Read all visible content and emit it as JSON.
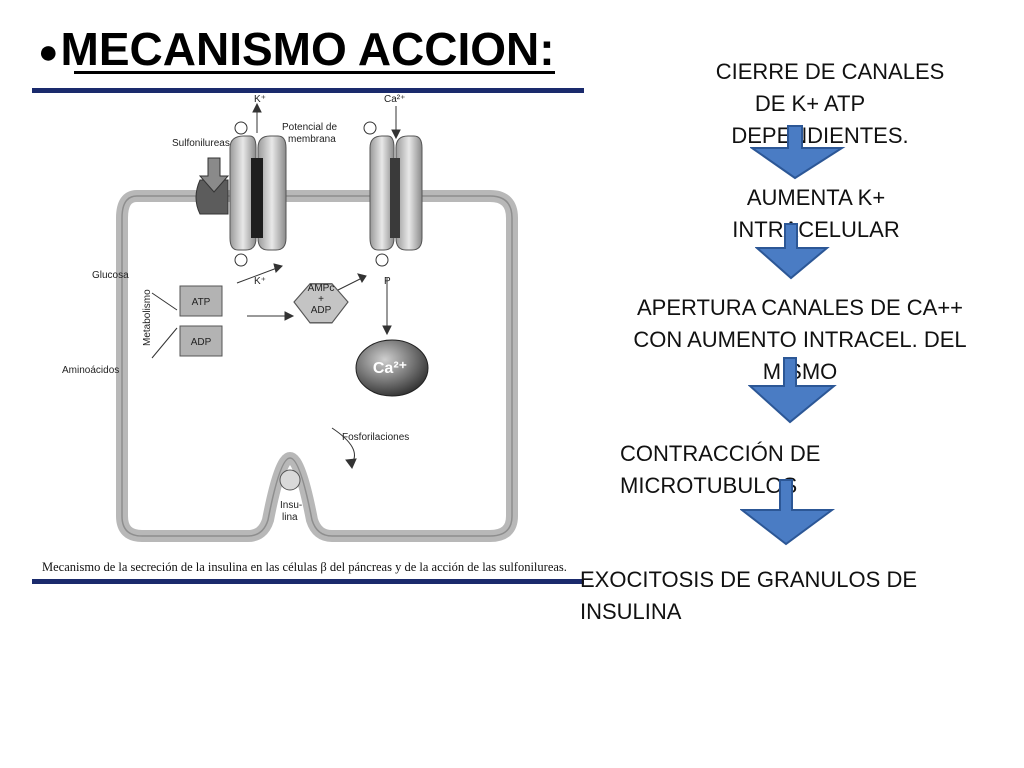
{
  "title": "MECANISMO ACCION:",
  "figure": {
    "labels": {
      "k_top": "K⁺",
      "ca_top": "Ca²⁺",
      "sulfonilureas": "Sulfonilureas",
      "potencial": "Potencial de",
      "membrana": "membrana",
      "glucosa": "Glucosa",
      "metabolismo": "Metabolismo",
      "aminoacidos": "Aminoácidos",
      "atp": "ATP",
      "adp": "ADP",
      "ampc": "AMPc",
      "plus": "+",
      "adp2": "ADP",
      "ca_bubble": "Ca²⁺",
      "fosforilaciones": "Fosforilaciones",
      "insu": "Insu-",
      "lina": "lina",
      "k_bottom": "K⁺",
      "p_label": "P"
    },
    "caption": "Mecanismo de la secreción de la insulina en las células β del páncreas y de la acción de las sulfonilureas."
  },
  "steps": [
    {
      "lines": [
        "CIERRE DE CANALES",
        "DE K+ ATP",
        "DEPENDIENTES."
      ]
    },
    {
      "lines": [
        "AUMENTA K+",
        "INTRACELULAR"
      ]
    },
    {
      "lines": [
        "APERTURA CANALES DE CA++",
        "CON AUMENTO INTRACEL. DEL",
        "MISMO"
      ]
    },
    {
      "lines": [
        "CONTRACCIÓN DE",
        "MICROTUBULOS"
      ]
    },
    {
      "lines": [
        "EXOCITOSIS DE GRANULOS DE",
        "INSULINA"
      ]
    }
  ],
  "colors": {
    "arrow_fill": "#4a7cc4",
    "arrow_stroke": "#2c5796",
    "frame": "#1a2a6c"
  }
}
